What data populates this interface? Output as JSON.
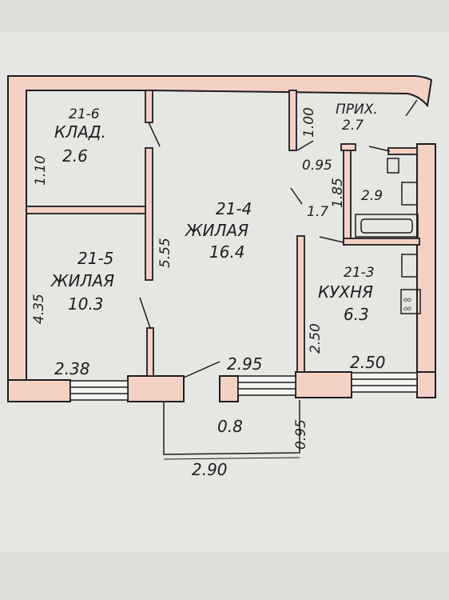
{
  "colors": {
    "paper": "#e9e9e6",
    "wall_fill": "#f3d2c5",
    "ink": "#1d1d1f"
  },
  "rooms": {
    "pantry": {
      "code": "21-6",
      "name": "КЛАД.",
      "area": "2.6"
    },
    "hall": {
      "name": "ПРИХ.",
      "area": "2.7"
    },
    "bath": {
      "area": "2.9"
    },
    "corridor": {
      "area": "1.7"
    },
    "living_main": {
      "code": "21-4",
      "name": "ЖИЛАЯ",
      "area": "16.4"
    },
    "living_small": {
      "code": "21-5",
      "name": "ЖИЛАЯ",
      "area": "10.3"
    },
    "kitchen": {
      "code": "21-3",
      "name": "КУХНЯ",
      "area": "6.3"
    },
    "balcony": {
      "area": "0.8"
    }
  },
  "dimensions": {
    "pantry_height": "1.10",
    "living_main_depth": "5.55",
    "living_small_depth": "4.35",
    "hall_depth": "1.00",
    "hall_door": "0.95",
    "bath_depth": "1.85",
    "kitchen_depth": "2.50",
    "living_small_width": "2.38",
    "living_main_width": "2.95",
    "kitchen_width": "2.50",
    "balcony_depth": "0.95",
    "balcony_width": "2.90"
  },
  "fixtures": {
    "stove_marks": [
      "oo",
      "oo"
    ]
  }
}
